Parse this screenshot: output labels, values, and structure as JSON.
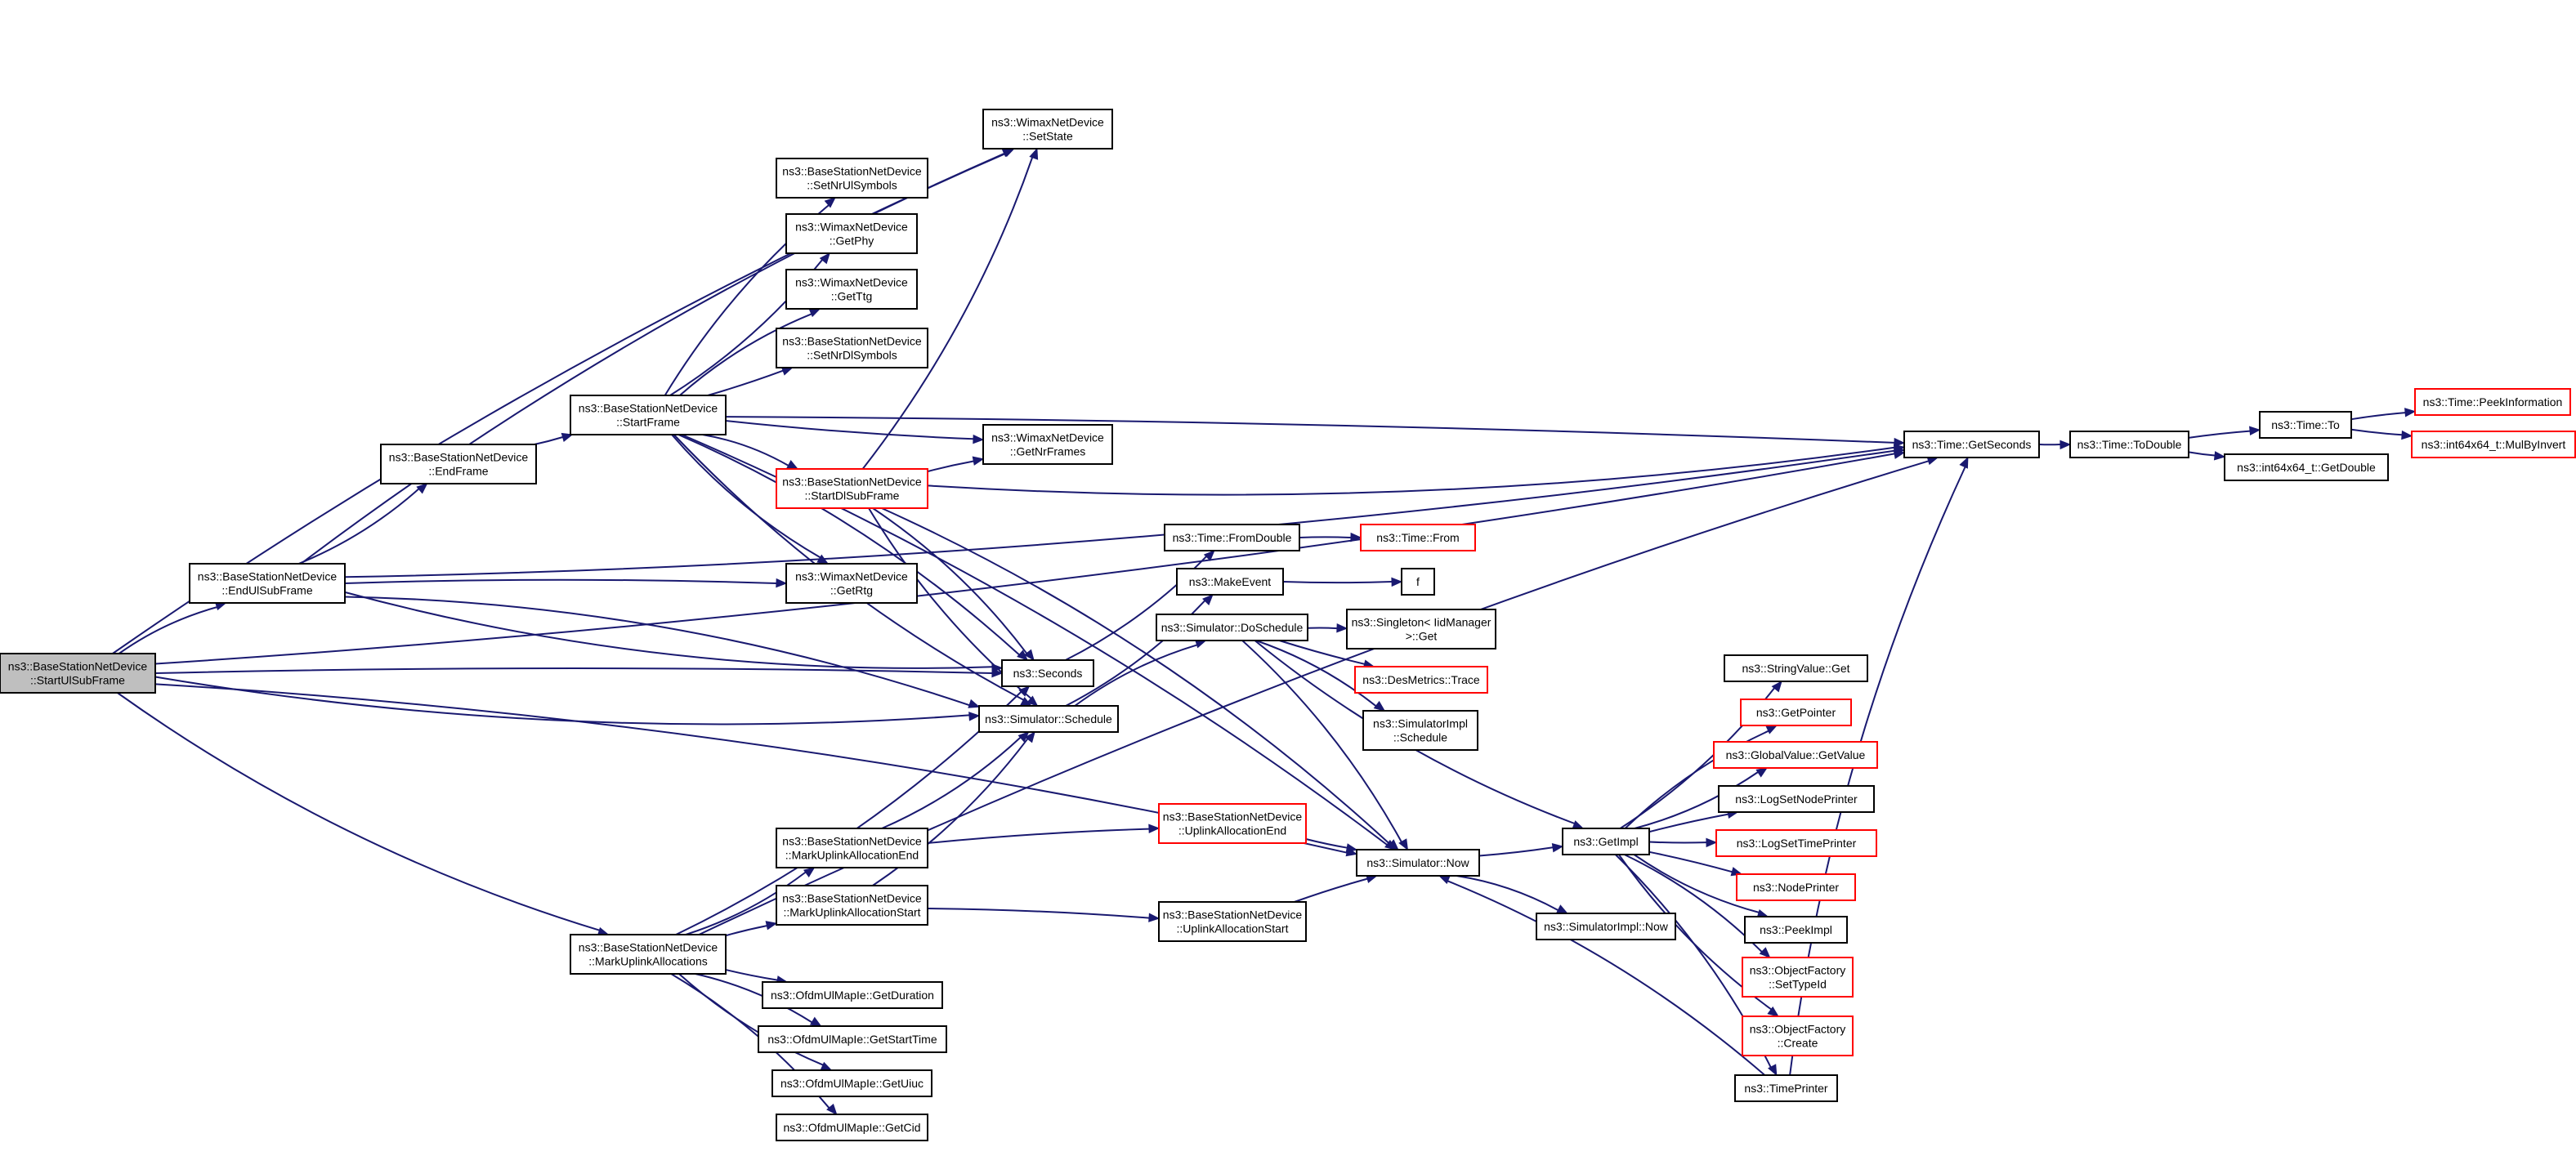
{
  "colors": {
    "edge": "#191970",
    "node_border": "#000000",
    "node_border_truncated": "#ff0000",
    "root_fill": "#bfbfbf",
    "background": "#ffffff"
  },
  "nodes": [
    {
      "id": "start_ul",
      "lines": [
        "ns3::BaseStationNetDevice",
        "::StartUlSubFrame"
      ],
      "style": "root"
    },
    {
      "id": "end_ul",
      "lines": [
        "ns3::BaseStationNetDevice",
        "::EndUlSubFrame"
      ],
      "style": "normal"
    },
    {
      "id": "end_frame",
      "lines": [
        "ns3::BaseStationNetDevice",
        "::EndFrame"
      ],
      "style": "normal"
    },
    {
      "id": "start_frame",
      "lines": [
        "ns3::BaseStationNetDevice",
        "::StartFrame"
      ],
      "style": "normal"
    },
    {
      "id": "mark_ul_alloc",
      "lines": [
        "ns3::BaseStationNetDevice",
        "::MarkUplinkAllocations"
      ],
      "style": "normal"
    },
    {
      "id": "set_nr_ul",
      "lines": [
        "ns3::BaseStationNetDevice",
        "::SetNrUlSymbols"
      ],
      "style": "normal"
    },
    {
      "id": "get_phy",
      "lines": [
        "ns3::WimaxNetDevice",
        "::GetPhy"
      ],
      "style": "normal"
    },
    {
      "id": "get_ttg",
      "lines": [
        "ns3::WimaxNetDevice",
        "::GetTtg"
      ],
      "style": "normal"
    },
    {
      "id": "set_nr_dl",
      "lines": [
        "ns3::BaseStationNetDevice",
        "::SetNrDlSymbols"
      ],
      "style": "normal"
    },
    {
      "id": "start_dl",
      "lines": [
        "ns3::BaseStationNetDevice",
        "::StartDlSubFrame"
      ],
      "style": "truncated"
    },
    {
      "id": "get_rtg",
      "lines": [
        "ns3::WimaxNetDevice",
        "::GetRtg"
      ],
      "style": "normal"
    },
    {
      "id": "mark_ul_end",
      "lines": [
        "ns3::BaseStationNetDevice",
        "::MarkUplinkAllocationEnd"
      ],
      "style": "normal"
    },
    {
      "id": "mark_ul_start",
      "lines": [
        "ns3::BaseStationNetDevice",
        "::MarkUplinkAllocationStart"
      ],
      "style": "normal"
    },
    {
      "id": "get_duration",
      "lines": [
        "ns3::OfdmUlMapIe::GetDuration"
      ],
      "style": "normal"
    },
    {
      "id": "get_start_time",
      "lines": [
        "ns3::OfdmUlMapIe::GetStartTime"
      ],
      "style": "normal"
    },
    {
      "id": "get_uiuc",
      "lines": [
        "ns3::OfdmUlMapIe::GetUiuc"
      ],
      "style": "normal"
    },
    {
      "id": "get_cid",
      "lines": [
        "ns3::OfdmUlMapIe::GetCid"
      ],
      "style": "normal"
    },
    {
      "id": "set_state",
      "lines": [
        "ns3::WimaxNetDevice",
        "::SetState"
      ],
      "style": "normal"
    },
    {
      "id": "get_nr_frames",
      "lines": [
        "ns3::WimaxNetDevice",
        "::GetNrFrames"
      ],
      "style": "normal"
    },
    {
      "id": "from_double",
      "lines": [
        "ns3::Time::FromDouble"
      ],
      "style": "normal"
    },
    {
      "id": "make_event",
      "lines": [
        "ns3::MakeEvent"
      ],
      "style": "normal"
    },
    {
      "id": "do_schedule",
      "lines": [
        "ns3::Simulator::DoSchedule"
      ],
      "style": "normal"
    },
    {
      "id": "seconds",
      "lines": [
        "ns3::Seconds"
      ],
      "style": "normal"
    },
    {
      "id": "sim_schedule",
      "lines": [
        "ns3::Simulator::Schedule"
      ],
      "style": "normal"
    },
    {
      "id": "ul_alloc_end",
      "lines": [
        "ns3::BaseStationNetDevice",
        "::UplinkAllocationEnd"
      ],
      "style": "truncated"
    },
    {
      "id": "ul_alloc_start",
      "lines": [
        "ns3::BaseStationNetDevice",
        "::UplinkAllocationStart"
      ],
      "style": "normal"
    },
    {
      "id": "time_from",
      "lines": [
        "ns3::Time::From"
      ],
      "style": "truncated"
    },
    {
      "id": "f",
      "lines": [
        "f"
      ],
      "style": "normal"
    },
    {
      "id": "singleton_get",
      "lines": [
        "ns3::Singleton< IidManager",
        " >::Get"
      ],
      "style": "normal"
    },
    {
      "id": "des_trace",
      "lines": [
        "ns3::DesMetrics::Trace"
      ],
      "style": "truncated"
    },
    {
      "id": "simimpl_schedule",
      "lines": [
        "ns3::SimulatorImpl",
        "::Schedule"
      ],
      "style": "normal"
    },
    {
      "id": "sim_now",
      "lines": [
        "ns3::Simulator::Now"
      ],
      "style": "normal"
    },
    {
      "id": "simimpl_now",
      "lines": [
        "ns3::SimulatorImpl::Now"
      ],
      "style": "normal"
    },
    {
      "id": "get_impl",
      "lines": [
        "ns3::GetImpl"
      ],
      "style": "normal"
    },
    {
      "id": "string_value_get",
      "lines": [
        "ns3::StringValue::Get"
      ],
      "style": "normal"
    },
    {
      "id": "get_pointer",
      "lines": [
        "ns3::GetPointer"
      ],
      "style": "truncated"
    },
    {
      "id": "global_value_get",
      "lines": [
        "ns3::GlobalValue::GetValue"
      ],
      "style": "truncated"
    },
    {
      "id": "log_node_printer",
      "lines": [
        "ns3::LogSetNodePrinter"
      ],
      "style": "normal"
    },
    {
      "id": "log_time_printer",
      "lines": [
        "ns3::LogSetTimePrinter"
      ],
      "style": "truncated"
    },
    {
      "id": "node_printer",
      "lines": [
        "ns3::NodePrinter"
      ],
      "style": "truncated"
    },
    {
      "id": "peek_impl",
      "lines": [
        "ns3::PeekImpl"
      ],
      "style": "normal"
    },
    {
      "id": "of_set_type",
      "lines": [
        "ns3::ObjectFactory",
        "::SetTypeId"
      ],
      "style": "truncated"
    },
    {
      "id": "of_create",
      "lines": [
        "ns3::ObjectFactory",
        "::Create"
      ],
      "style": "truncated"
    },
    {
      "id": "time_printer",
      "lines": [
        "ns3::TimePrinter"
      ],
      "style": "normal"
    },
    {
      "id": "get_seconds",
      "lines": [
        "ns3::Time::GetSeconds"
      ],
      "style": "normal"
    },
    {
      "id": "to_double",
      "lines": [
        "ns3::Time::ToDouble"
      ],
      "style": "normal"
    },
    {
      "id": "time_to",
      "lines": [
        "ns3::Time::To"
      ],
      "style": "normal"
    },
    {
      "id": "get_double",
      "lines": [
        "ns3::int64x64_t::GetDouble"
      ],
      "style": "normal"
    },
    {
      "id": "peek_info",
      "lines": [
        "ns3::Time::PeekInformation"
      ],
      "style": "truncated"
    },
    {
      "id": "mul_by_invert",
      "lines": [
        "ns3::int64x64_t::MulByInvert"
      ],
      "style": "truncated"
    }
  ],
  "edges": [
    [
      "start_ul",
      "end_ul"
    ],
    [
      "start_ul",
      "mark_ul_alloc"
    ],
    [
      "start_ul",
      "set_state"
    ],
    [
      "start_ul",
      "get_seconds"
    ],
    [
      "start_ul",
      "seconds"
    ],
    [
      "start_ul",
      "sim_schedule"
    ],
    [
      "start_ul",
      "sim_now"
    ],
    [
      "end_ul",
      "end_frame"
    ],
    [
      "end_ul",
      "set_state"
    ],
    [
      "end_ul",
      "get_seconds"
    ],
    [
      "end_ul",
      "get_rtg"
    ],
    [
      "end_ul",
      "seconds"
    ],
    [
      "end_ul",
      "sim_schedule"
    ],
    [
      "end_frame",
      "start_frame"
    ],
    [
      "start_frame",
      "set_nr_ul"
    ],
    [
      "start_frame",
      "get_phy"
    ],
    [
      "start_frame",
      "get_ttg"
    ],
    [
      "start_frame",
      "set_nr_dl"
    ],
    [
      "start_frame",
      "start_dl"
    ],
    [
      "start_frame",
      "get_nr_frames"
    ],
    [
      "start_frame",
      "get_seconds"
    ],
    [
      "start_frame",
      "get_rtg"
    ],
    [
      "start_frame",
      "seconds"
    ],
    [
      "start_frame",
      "sim_schedule"
    ],
    [
      "start_frame",
      "sim_now"
    ],
    [
      "start_dl",
      "set_state"
    ],
    [
      "start_dl",
      "get_nr_frames"
    ],
    [
      "start_dl",
      "get_seconds"
    ],
    [
      "start_dl",
      "seconds"
    ],
    [
      "start_dl",
      "sim_schedule"
    ],
    [
      "start_dl",
      "sim_now"
    ],
    [
      "mark_ul_alloc",
      "mark_ul_end"
    ],
    [
      "mark_ul_alloc",
      "mark_ul_start"
    ],
    [
      "mark_ul_alloc",
      "get_duration"
    ],
    [
      "mark_ul_alloc",
      "get_start_time"
    ],
    [
      "mark_ul_alloc",
      "get_uiuc"
    ],
    [
      "mark_ul_alloc",
      "get_cid"
    ],
    [
      "mark_ul_alloc",
      "seconds"
    ],
    [
      "mark_ul_alloc",
      "get_seconds"
    ],
    [
      "mark_ul_end",
      "sim_schedule"
    ],
    [
      "mark_ul_end",
      "ul_alloc_end"
    ],
    [
      "mark_ul_start",
      "sim_schedule"
    ],
    [
      "mark_ul_start",
      "ul_alloc_start"
    ],
    [
      "ul_alloc_end",
      "sim_now"
    ],
    [
      "ul_alloc_start",
      "sim_now"
    ],
    [
      "seconds",
      "from_double"
    ],
    [
      "from_double",
      "time_from"
    ],
    [
      "sim_schedule",
      "make_event"
    ],
    [
      "sim_schedule",
      "do_schedule"
    ],
    [
      "make_event",
      "f"
    ],
    [
      "do_schedule",
      "singleton_get"
    ],
    [
      "do_schedule",
      "des_trace"
    ],
    [
      "do_schedule",
      "simimpl_schedule"
    ],
    [
      "do_schedule",
      "get_impl"
    ],
    [
      "do_schedule",
      "sim_now"
    ],
    [
      "sim_now",
      "get_impl"
    ],
    [
      "sim_now",
      "simimpl_now"
    ],
    [
      "get_impl",
      "string_value_get"
    ],
    [
      "get_impl",
      "get_pointer"
    ],
    [
      "get_impl",
      "global_value_get"
    ],
    [
      "get_impl",
      "log_node_printer"
    ],
    [
      "get_impl",
      "log_time_printer"
    ],
    [
      "get_impl",
      "node_printer"
    ],
    [
      "get_impl",
      "peek_impl"
    ],
    [
      "get_impl",
      "of_set_type"
    ],
    [
      "get_impl",
      "of_create"
    ],
    [
      "get_impl",
      "time_printer"
    ],
    [
      "time_printer",
      "sim_now"
    ],
    [
      "time_printer",
      "get_seconds"
    ],
    [
      "get_seconds",
      "to_double"
    ],
    [
      "to_double",
      "time_to"
    ],
    [
      "to_double",
      "get_double"
    ],
    [
      "time_to",
      "peek_info"
    ],
    [
      "time_to",
      "mul_by_invert"
    ]
  ]
}
